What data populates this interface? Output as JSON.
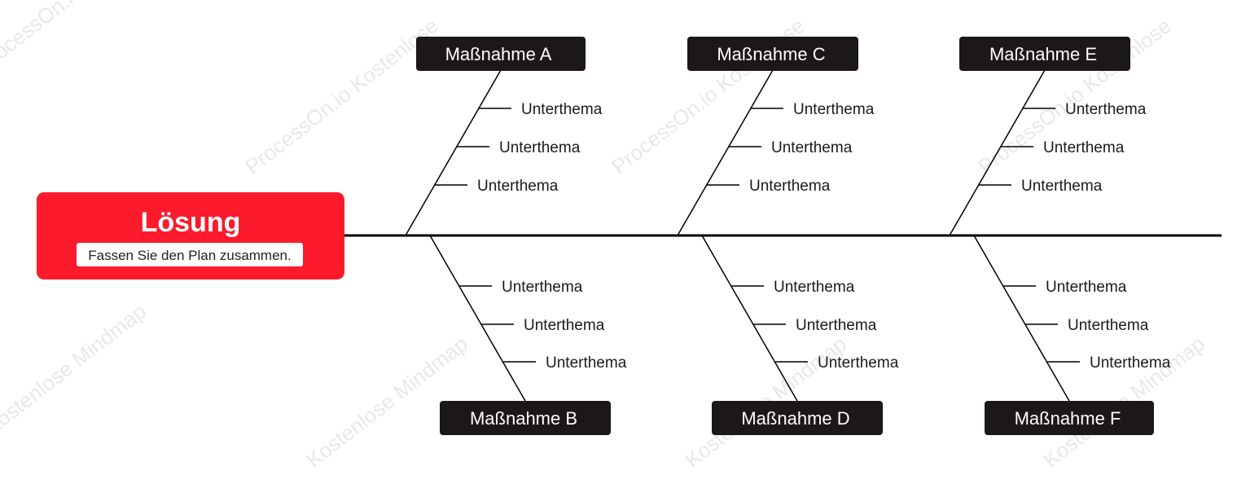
{
  "colors": {
    "head_fill": "#fc1a2c",
    "cause_fill": "#1c1718",
    "line": "#000000",
    "watermark": "#e8e8e8"
  },
  "watermark": {
    "line1": "ProcessOn.io Kostenlose",
    "line2": "Kostenlose Mindmap"
  },
  "head": {
    "title": "Lösung",
    "subtitle": "Fassen Sie den Plan zusammen."
  },
  "causes": [
    {
      "label": "Maßnahme A",
      "subtopics": [
        "Unterthema",
        "Unterthema",
        "Unterthema"
      ]
    },
    {
      "label": "Maßnahme B",
      "subtopics": [
        "Unterthema",
        "Unterthema",
        "Unterthema"
      ]
    },
    {
      "label": "Maßnahme C",
      "subtopics": [
        "Unterthema",
        "Unterthema",
        "Unterthema"
      ]
    },
    {
      "label": "Maßnahme D",
      "subtopics": [
        "Unterthema",
        "Unterthema",
        "Unterthema"
      ]
    },
    {
      "label": "Maßnahme E",
      "subtopics": [
        "Unterthema",
        "Unterthema",
        "Unterthema"
      ]
    },
    {
      "label": "Maßnahme F",
      "subtopics": [
        "Unterthema",
        "Unterthema",
        "Unterthema"
      ]
    }
  ]
}
